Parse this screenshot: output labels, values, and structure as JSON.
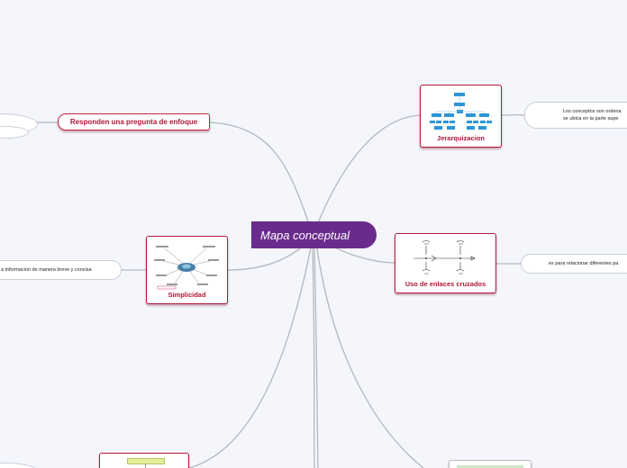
{
  "central": {
    "title": "Mapa conceptual"
  },
  "topics": {
    "pregunta": "Responden una pregunta de enfoque",
    "jerarquizacion": "Jerarquizacion",
    "enlaces": "Uso de enlaces cruzados",
    "simplicidad": "Simplicidad"
  },
  "notes": {
    "jerarquizacion_line1": "Los conceptos son ordena",
    "jerarquizacion_line2": "se ubica en la parte supe",
    "enlaces": "es para relacionar diferentes pa",
    "simplicidad": "a informacion de manera breve y concisa"
  },
  "colors": {
    "central": "#6a2b8c",
    "accent": "#b0173a",
    "link": "#b5b7bf"
  }
}
